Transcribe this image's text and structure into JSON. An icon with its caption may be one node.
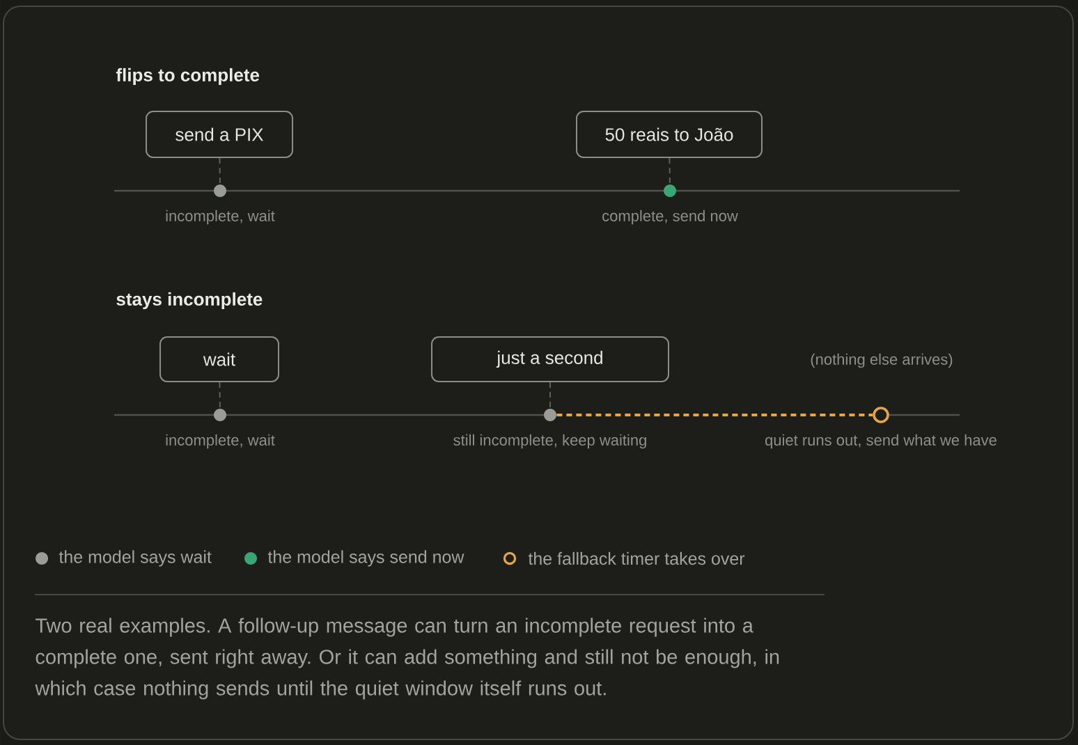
{
  "diagram": {
    "caption": "Two real examples. A follow-up message can turn an incomplete request into a complete one, sent right away. Or it can add something and still not be enough, in which case nothing sends until the quiet window itself runs out.",
    "nodes": [
      {
        "text": [
          "send a PIX"
        ]
      },
      {
        "text": [],
        "shape": "circle",
        "beside": [
          "incomplete, wait"
        ]
      },
      {
        "text": [
          "50 reais to João"
        ]
      },
      {
        "text": [],
        "shape": "circle",
        "beside": [
          "complete, send now"
        ]
      },
      {
        "text": [
          "wait"
        ]
      },
      {
        "text": [],
        "shape": "circle",
        "beside": [
          "incomplete, wait"
        ]
      },
      {
        "text": [
          "just a second"
        ]
      },
      {
        "text": [],
        "shape": "circle",
        "beside": [
          "still incomplete, keep waiting"
        ]
      },
      {
        "text": [],
        "shape": "ring",
        "beside": [
          "quiet runs out, send what we have"
        ]
      }
    ],
    "edges": [
      {
        "from": 0,
        "to": 1,
        "arrow": "none",
        "style": "dashed"
      },
      {
        "from": 2,
        "to": 3,
        "arrow": "none",
        "style": "dashed"
      },
      {
        "from": 4,
        "to": 5,
        "arrow": "none",
        "style": "dashed"
      },
      {
        "from": 6,
        "to": 7,
        "arrow": "none",
        "style": "dashed"
      },
      {
        "from": 7,
        "to": 8,
        "arrow": "none",
        "style": "dashed",
        "color": "#e5a64a"
      }
    ],
    "labels": [
      "flips to complete",
      "stays incomplete",
      "(nothing else arrives)"
    ],
    "legend": [
      {
        "text": "the model says wait",
        "color": "#9a9d97"
      },
      {
        "text": "the model says send now",
        "color": "#3aa676"
      },
      {
        "text": "the fallback timer takes over"
      }
    ]
  }
}
